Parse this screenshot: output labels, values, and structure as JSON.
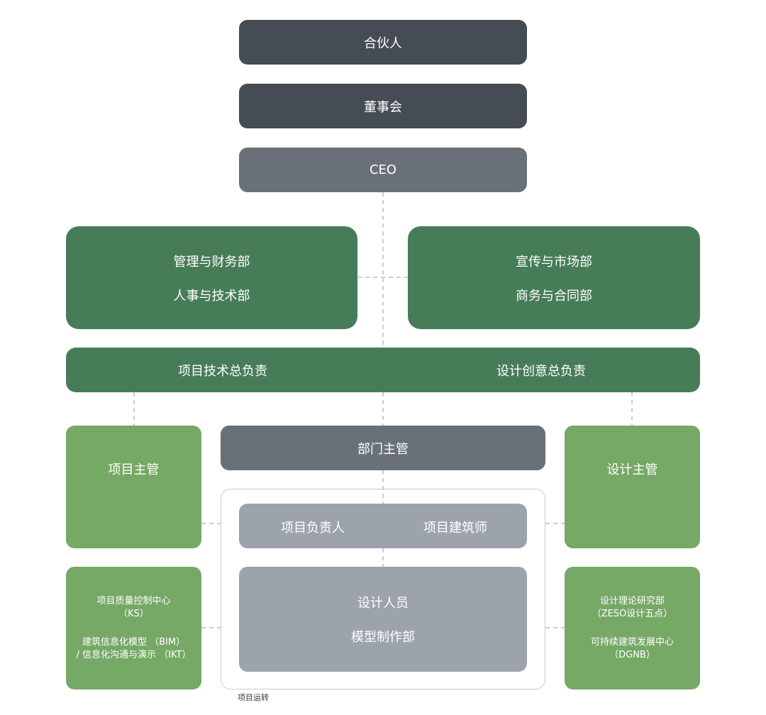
{
  "nodes": {
    "partners": "合伙人",
    "board": "董事会",
    "ceo": "CEO",
    "admin_finance": "管理与财务部",
    "hr_tech": "人事与技术部",
    "marketing": "宣传与市场部",
    "business_contract": "商务与合同部",
    "tech_director": "项目技术总负责",
    "design_director": "设计创意总负责",
    "project_supervisor": "项目主管",
    "dept_supervisor": "部门主管",
    "design_supervisor": "设计主管",
    "project_leader": "项目负责人",
    "project_architect": "项目建筑师",
    "designers": "设计人员",
    "model_dept": "模型制作部",
    "qc_center": "项目质量控制中心",
    "qc_abbr": "（KS）",
    "bim_line1": "建筑信息化模型 （BIM）",
    "bim_line2": "/ 信息化沟通与演示 （IKT）",
    "theory_dept": "设计理论研究部",
    "theory_abbr": "（ZESO设计五点）",
    "sustain_center": "可持续建筑发展中心",
    "sustain_abbr": "（DGNB）"
  },
  "caption": "项目运转",
  "colors": {
    "dark": "#464c53",
    "gray": "#697078",
    "green_dark": "#477c59",
    "green_light": "#76a866",
    "light_gray": "#9da3ad"
  }
}
